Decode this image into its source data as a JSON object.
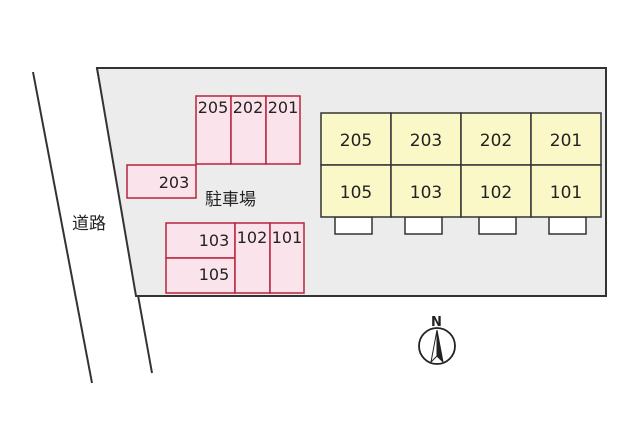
{
  "road": {
    "label": "道路"
  },
  "parking": {
    "label": "駐車場",
    "stall_fill": "#fbe3ec",
    "stall_stroke": "#b8243f",
    "stalls": [
      {
        "id": "p205",
        "label": "205"
      },
      {
        "id": "p202",
        "label": "202"
      },
      {
        "id": "p201",
        "label": "201"
      },
      {
        "id": "p203",
        "label": "203"
      },
      {
        "id": "p103",
        "label": "103"
      },
      {
        "id": "p105",
        "label": "105"
      },
      {
        "id": "p102",
        "label": "102"
      },
      {
        "id": "p101",
        "label": "101"
      }
    ]
  },
  "building": {
    "unit_fill": "#fbf8c8",
    "unit_stroke": "#333333",
    "units": [
      {
        "id": "u205",
        "label": "205"
      },
      {
        "id": "u203",
        "label": "203"
      },
      {
        "id": "u202",
        "label": "202"
      },
      {
        "id": "u201",
        "label": "201"
      },
      {
        "id": "u105",
        "label": "105"
      },
      {
        "id": "u103",
        "label": "103"
      },
      {
        "id": "u102",
        "label": "102"
      },
      {
        "id": "u101",
        "label": "101"
      }
    ]
  },
  "site": {
    "fill": "#ececec",
    "stroke": "#333333"
  },
  "compass": {
    "label": "N"
  }
}
